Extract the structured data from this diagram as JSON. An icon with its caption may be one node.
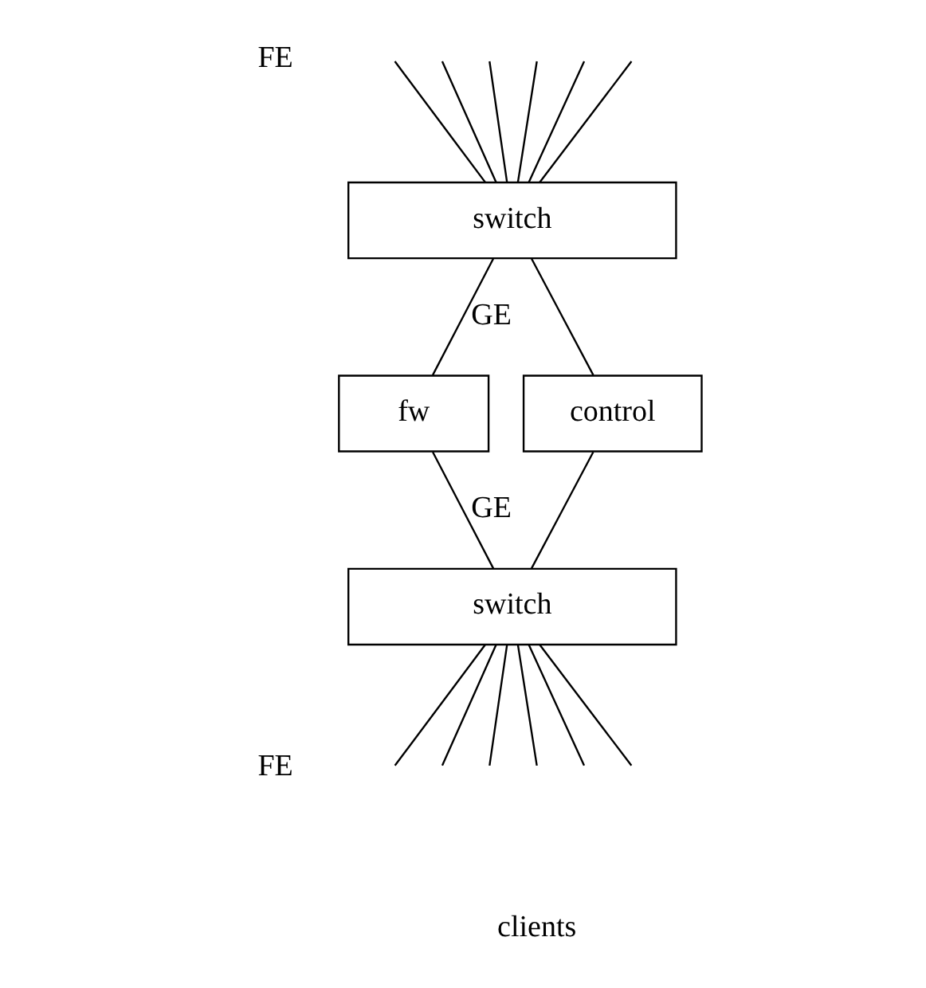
{
  "diagram": {
    "nodes": [
      {
        "text": [
          "switch"
        ]
      },
      {
        "text": [
          "fw"
        ]
      },
      {
        "text": [
          "control"
        ]
      },
      {
        "text": [
          "switch"
        ]
      }
    ],
    "edges": [
      {
        "from": null,
        "to": 0,
        "arrow": "none"
      },
      {
        "from": null,
        "to": 0,
        "arrow": "none"
      },
      {
        "from": null,
        "to": 0,
        "arrow": "none"
      },
      {
        "from": null,
        "to": 0,
        "arrow": "none"
      },
      {
        "from": null,
        "to": 0,
        "arrow": "none"
      },
      {
        "from": null,
        "to": 0,
        "arrow": "none"
      },
      {
        "from": 0,
        "to": 1,
        "label": "GE",
        "arrow": "none"
      },
      {
        "from": 0,
        "to": 2,
        "arrow": "none"
      },
      {
        "from": 1,
        "to": 3,
        "label": "GE",
        "arrow": "none"
      },
      {
        "from": 2,
        "to": 3,
        "arrow": "none"
      },
      {
        "from": 3,
        "to": null,
        "arrow": "none"
      },
      {
        "from": 3,
        "to": null,
        "arrow": "none"
      },
      {
        "from": 3,
        "to": null,
        "arrow": "none"
      },
      {
        "from": 3,
        "to": null,
        "arrow": "none"
      },
      {
        "from": 3,
        "to": null,
        "arrow": "none"
      },
      {
        "from": 3,
        "to": null,
        "arrow": "none"
      }
    ],
    "labels": [
      "FE",
      "FE",
      "clients"
    ]
  }
}
